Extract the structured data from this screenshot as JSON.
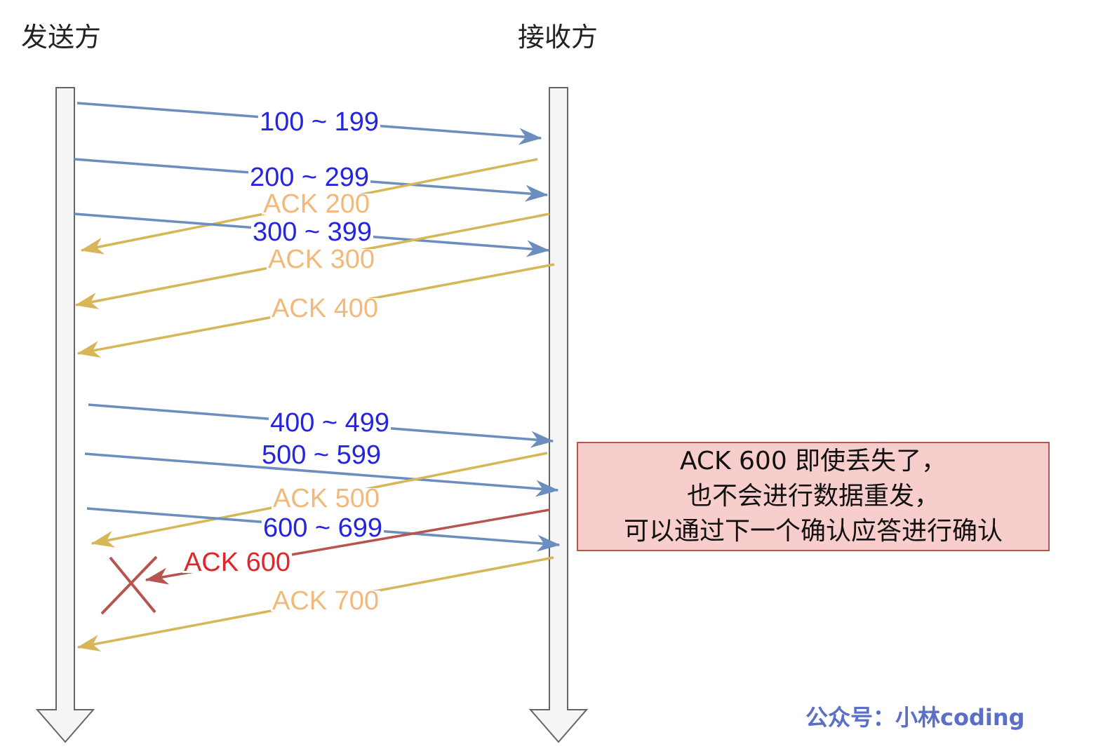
{
  "parties": {
    "sender": "发送方",
    "receiver": "接收方"
  },
  "messages": [
    {
      "kind": "data",
      "label": "100 ~ 199"
    },
    {
      "kind": "data",
      "label": "200 ~ 299"
    },
    {
      "kind": "ack",
      "label": "ACK 200"
    },
    {
      "kind": "data",
      "label": "300 ~ 399"
    },
    {
      "kind": "ack",
      "label": "ACK 300"
    },
    {
      "kind": "ack",
      "label": "ACK 400"
    },
    {
      "kind": "data",
      "label": "400 ~ 499"
    },
    {
      "kind": "data",
      "label": "500 ~ 599"
    },
    {
      "kind": "ack",
      "label": "ACK 500"
    },
    {
      "kind": "data",
      "label": "600 ~ 699"
    },
    {
      "kind": "lost-ack",
      "label": "ACK 600"
    },
    {
      "kind": "ack",
      "label": "ACK 700"
    }
  ],
  "note": {
    "lines": [
      "ACK 600 即使丢失了，",
      "也不会进行数据重发，",
      "可以通过下一个确认应答进行确认"
    ]
  },
  "watermark": "公众号：小林coding",
  "colors": {
    "data_arrow": "#6c8ebf",
    "data_text": "#2525e0",
    "ack_arrow": "#d6b656",
    "ack_text": "#f2b97a",
    "lost_arrow": "#b85450",
    "lost_text": "#e0262b",
    "note_fill": "#f8cecc",
    "note_border": "#b85450"
  }
}
